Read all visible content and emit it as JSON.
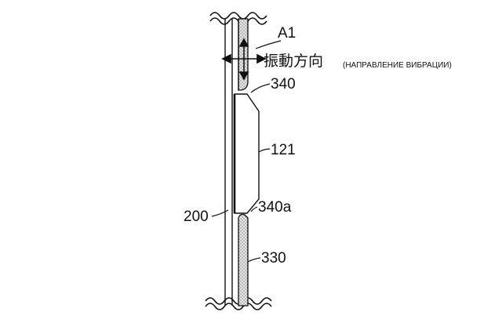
{
  "diagram": {
    "labels": {
      "a1": "A1",
      "vibration_direction_cjk": "振動方向",
      "vibration_direction_ru": "(НАПРАВЛЕНИЕ ВИБРАЦИИ)",
      "part_340": "340",
      "part_121": "121",
      "part_200": "200",
      "part_340a": "340a",
      "part_330": "330"
    },
    "colors": {
      "line": "#111111",
      "hatch_fill": "#d0d0d0",
      "background": "#ffffff"
    },
    "icons": [
      "bidirectional-arrow-icon",
      "wavy-break-icon"
    ]
  }
}
